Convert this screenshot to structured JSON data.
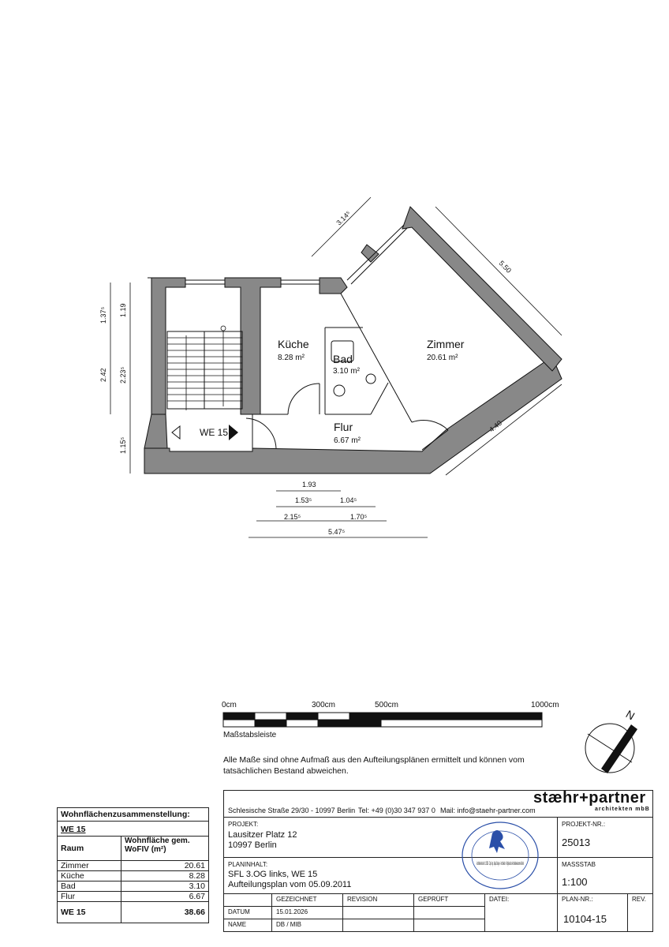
{
  "rooms": {
    "kueche": {
      "name": "Küche",
      "area": "8.28 m²"
    },
    "zimmer": {
      "name": "Zimmer",
      "area": "20.61 m²"
    },
    "bad": {
      "name": "Bad",
      "area": "3.10 m²"
    },
    "flur": {
      "name": "Flur",
      "area": "6.67 m²"
    },
    "unit_label": "WE 15"
  },
  "dimensions": {
    "d314": "3.14⁵",
    "d550": "5.50",
    "d440": "4.40",
    "d137": "1.37⁵",
    "d119": "1.19",
    "d242": "2.42",
    "d223": "2.23⁵",
    "d115": "1.15⁵",
    "d193": "1.93",
    "d153": "1.53⁵",
    "d104": "1.04⁵",
    "d215": "2.15⁵",
    "d170": "1.70⁵",
    "d547": "5.47⁵"
  },
  "scalebar": {
    "t0": "0cm",
    "t300": "300cm",
    "t500": "500cm",
    "t1000": "1000cm",
    "caption": "Maßstabsleiste"
  },
  "compass": {
    "north": "N"
  },
  "note": "Alle Maße sind ohne Aufmaß aus den Aufteilungsplänen ermittelt und können vom tatsächlichen Bestand abweichen.",
  "area_table": {
    "title": "Wohnflächenzusammenstellung:",
    "unit": "WE 15",
    "col_room": "Raum",
    "col_area": "Wohnfläche gem. WoFIV (m²)",
    "rows": [
      {
        "room": "Zimmer",
        "area": "20.61"
      },
      {
        "room": "Küche",
        "area": "8.28"
      },
      {
        "room": "Bad",
        "area": "3.10"
      },
      {
        "room": "Flur",
        "area": "6.67"
      }
    ],
    "total_label": "WE 15",
    "total": "38.66"
  },
  "title_block": {
    "address": "Schlesische Straße 29/30 - 10997 Berlin",
    "phone": "Tel: +49 (0)30 347 937 0",
    "mail": "Mail: info@staehr-partner.com",
    "brand": "stæhr+partner",
    "brand_sub": "architekten mbB",
    "projekt_label": "PROJEKT:",
    "projekt_line1": "Lausitzer Platz 12",
    "projekt_line2": "10997 Berlin",
    "projektnr_label": "PROJEKT-NR.:",
    "projektnr": "25013",
    "planinhalt_label": "PLANINHALT:",
    "planinhalt_line1": "SFL 3.OG links, WE 15",
    "planinhalt_line2": "Aufteilungsplan vom 05.09.2011",
    "massstab_label": "MASSSTAB",
    "massstab": "1:100",
    "gezeichnet": "GEZEICHNET",
    "revision": "REVISION",
    "geprueft": "GEPRÜFT",
    "datei": "DATEI:",
    "plannr_label": "PLAN-NR.:",
    "rev_label": "REV.",
    "datum_label": "DATUM",
    "datum": "15.01.2026",
    "name_label": "NAME",
    "name": "DB / MIB",
    "plannr": "10104-15",
    "stamp_text": "Architektenliste Nr. 15935 · Dipl.-Ing. Katja Steiger · Architektin · Mitglied der Architektenkammer Berlin"
  }
}
